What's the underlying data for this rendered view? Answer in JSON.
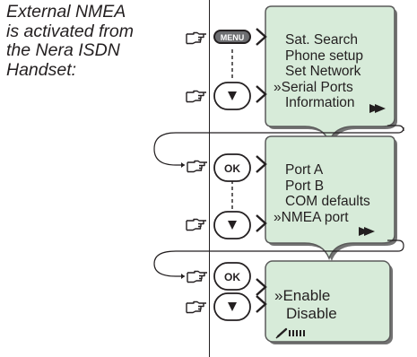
{
  "intro": {
    "lines": [
      "External NMEA",
      "is activated from",
      "the Nera ISDN",
      "Handset:"
    ]
  },
  "keys": {
    "menu": "MENU",
    "ok": "OK",
    "down_icon": "down-arrow-icon",
    "hand_icon": "pointing-hand-icon"
  },
  "screens": [
    {
      "items": [
        "Sat. Search",
        "Phone setup",
        "Set Network",
        "»Serial Ports",
        "Information"
      ]
    },
    {
      "items": [
        "Port A",
        "Port B",
        "COM defaults",
        "»NMEA port"
      ]
    },
    {
      "items": [
        "»Enable",
        "Disable"
      ],
      "status_icon": "signal-strength-icon"
    }
  ],
  "colors": {
    "screen_fill": "#d7ebd9",
    "screen_border": "#5a5a5a",
    "ink": "#231f20",
    "key_fill": "#ffffff"
  }
}
